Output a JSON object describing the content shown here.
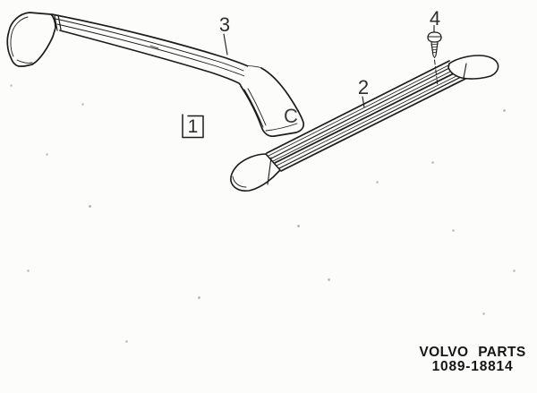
{
  "callouts": [
    {
      "label": "1",
      "boxed": true
    },
    {
      "label": "2",
      "boxed": false
    },
    {
      "label": "3",
      "boxed": false
    },
    {
      "label": "4",
      "boxed": false
    }
  ],
  "part_marking": {
    "letter": "C"
  },
  "footer": {
    "brand": "VOLVO PARTS",
    "part_number": "1089-18814"
  },
  "colors": {
    "line": "#1c1c1c",
    "background": "#fcfcfa",
    "label_text": "#2e2e2e"
  }
}
